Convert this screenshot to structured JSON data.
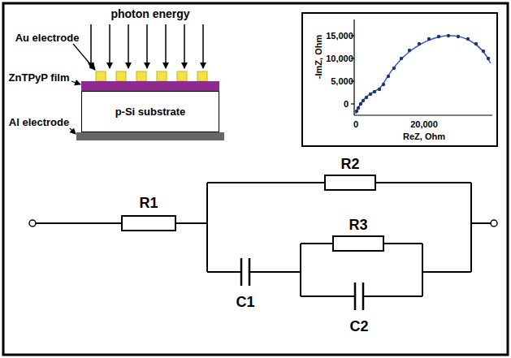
{
  "diagram": {
    "nodes": [
      {
        "text": [
          "p-Si substrate"
        ]
      }
    ],
    "labels": [
      "photon energy",
      "Au electrode",
      "ZnTPyP film",
      "Al electrode",
      "-ImZ, Ohm",
      "15,000",
      "10,000",
      "5,000",
      "0",
      "0",
      "20,000",
      "ReZ, Ohm",
      "R1",
      "R2",
      "C1",
      "R3",
      "C2"
    ]
  }
}
